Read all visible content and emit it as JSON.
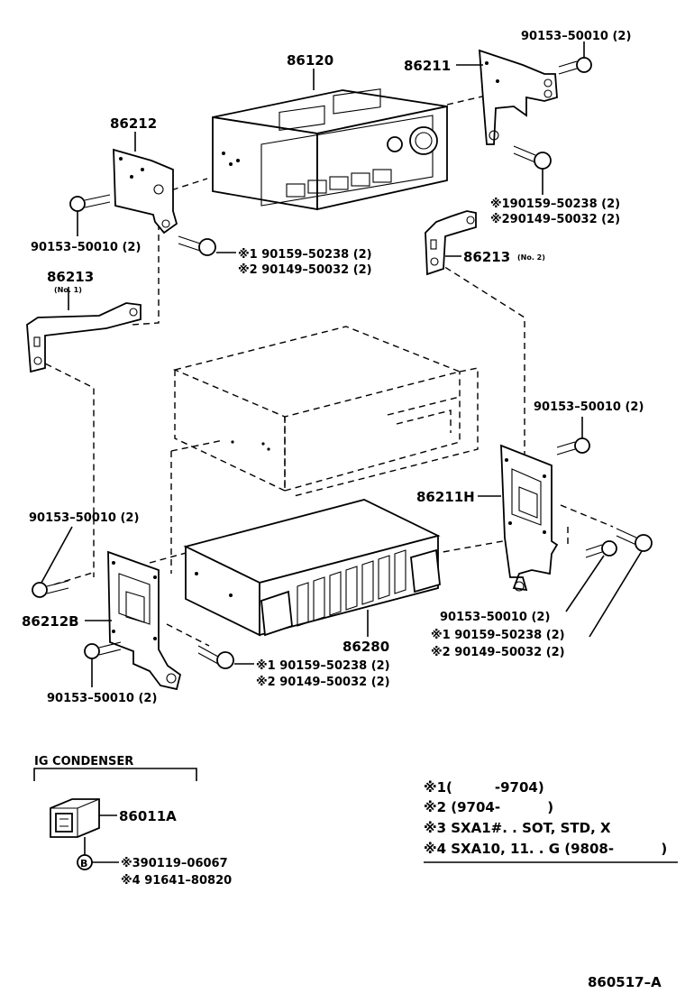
{
  "diagram_id": "860517-A",
  "labels": {
    "p86120": "86120",
    "p86211": "86211",
    "p86212": "86212",
    "p86213_1": "86213",
    "p86213_1_note": "(No. 1)",
    "p86213_2": "86213",
    "p86213_2_note": "(No. 2)",
    "p86211H": "86211H",
    "p86212B": "86212B",
    "p86280": "86280",
    "p86011A": "86011A",
    "bolt_tr": "90153–50010 (2)",
    "bolt_tl": "90153–50010 (2)",
    "bolt_mr": "90153–50010 (2)",
    "bolt_ml": "90153–50010 (2)",
    "bolt_bl": "90153–50010 (2)",
    "bolt_br": "90153–50010 (2)",
    "screw_r1": "※190159–50238 (2)",
    "screw_r2": "※290149–50032 (2)",
    "screw_l1": "※1 90159–50238 (2)",
    "screw_l2": "※2 90149–50032 (2)",
    "screw_b1": "※1 90159–50238 (2)",
    "screw_b2": "※2 90149–50032 (2)",
    "screw_br1": "※1 90159–50238 (2)",
    "screw_br2": "※2 90149–50032 (2)",
    "ig_title": "IG CONDENSER",
    "ig_b_marker": "B",
    "ig_part1": "※390119–06067",
    "ig_part2": "※4 91641–80820",
    "note1": "※1(         -9704)",
    "note2": "※2 (9704-          )",
    "note3": "※3 SXA1#. . SOT, STD, X",
    "note4": "※4 SXA10, 11. . G (9808-          )",
    "footer_code": "860517–A"
  }
}
